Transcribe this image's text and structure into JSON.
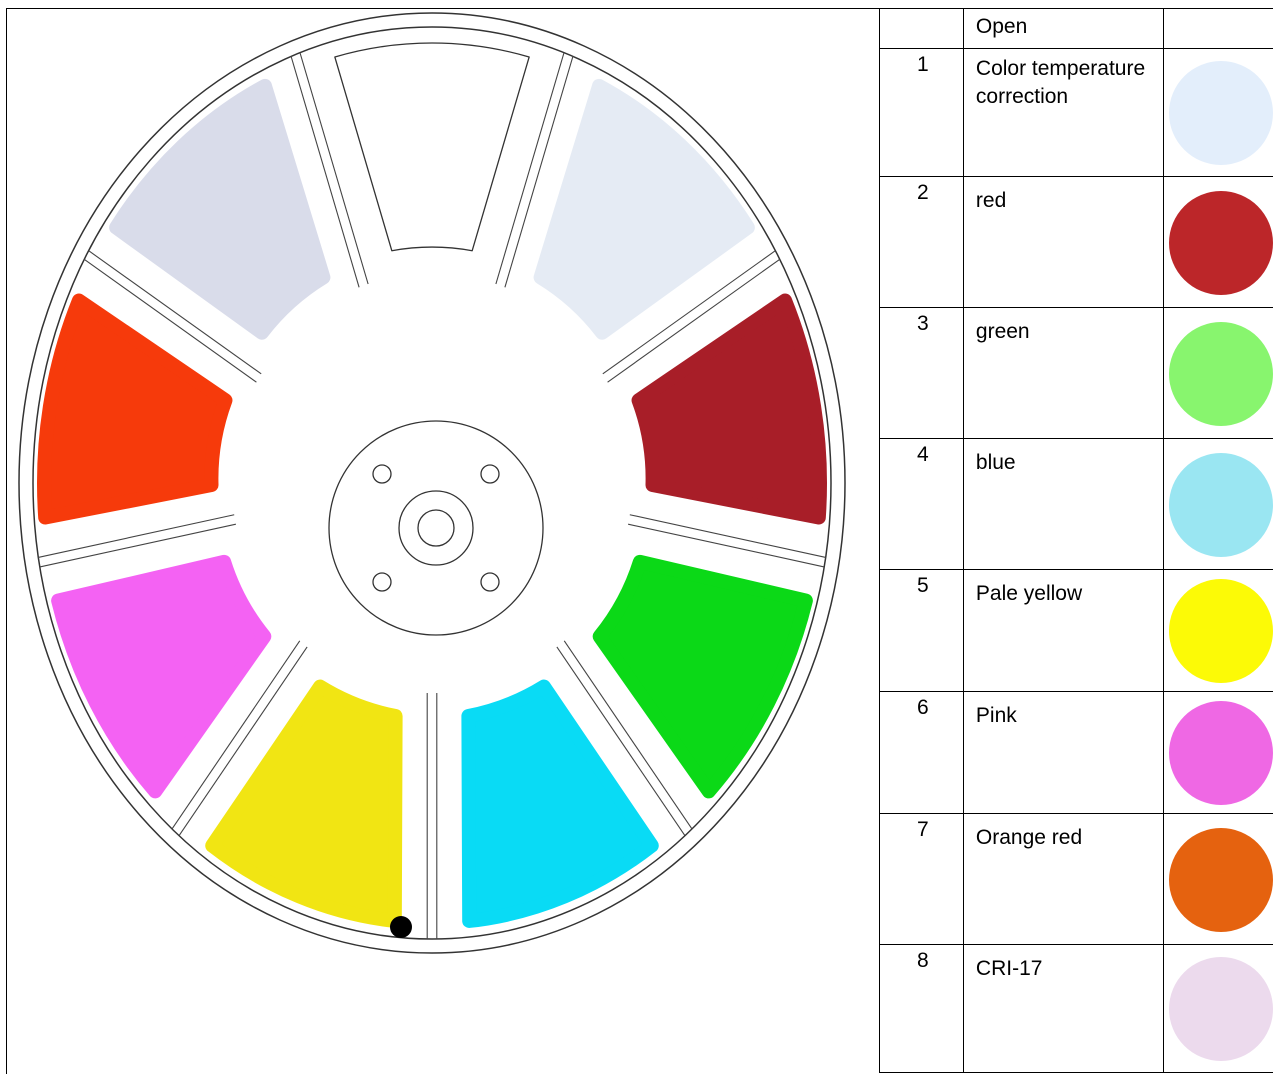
{
  "table": {
    "header": {
      "num": "",
      "name": "Open"
    },
    "rows": [
      {
        "num": "1",
        "name": "Color temperature correction",
        "color": "#e3eefb"
      },
      {
        "num": "2",
        "name": "red",
        "color": "#bc2629"
      },
      {
        "num": "3",
        "name": "green",
        "color": "#88f56e"
      },
      {
        "num": "4",
        "name": "blue",
        "color": "#9ae6f2"
      },
      {
        "num": "5",
        "name": "Pale yellow",
        "color": "#fcfa06"
      },
      {
        "num": "6",
        "name": "Pink",
        "color": "#ef68e4"
      },
      {
        "num": "7",
        "name": "Orange red",
        "color": "#e5620f"
      },
      {
        "num": "8",
        "name": "CRI-17",
        "color": "#ecdaed"
      }
    ]
  },
  "wheel": {
    "slots": [
      {
        "label": "Open",
        "color": "#ffffff"
      },
      {
        "label": "Color temperature correction",
        "color": "#e5ebf4"
      },
      {
        "label": "red",
        "color": "#a81e28"
      },
      {
        "label": "green",
        "color": "#0bd917"
      },
      {
        "label": "blue",
        "color": "#09dbf5"
      },
      {
        "label": "Pale yellow",
        "color": "#f1e513"
      },
      {
        "label": "Pink",
        "color": "#f462f3"
      },
      {
        "label": "Orange red",
        "color": "#f63a0b"
      },
      {
        "label": "CRI-17",
        "color": "#d9dcea"
      }
    ]
  }
}
